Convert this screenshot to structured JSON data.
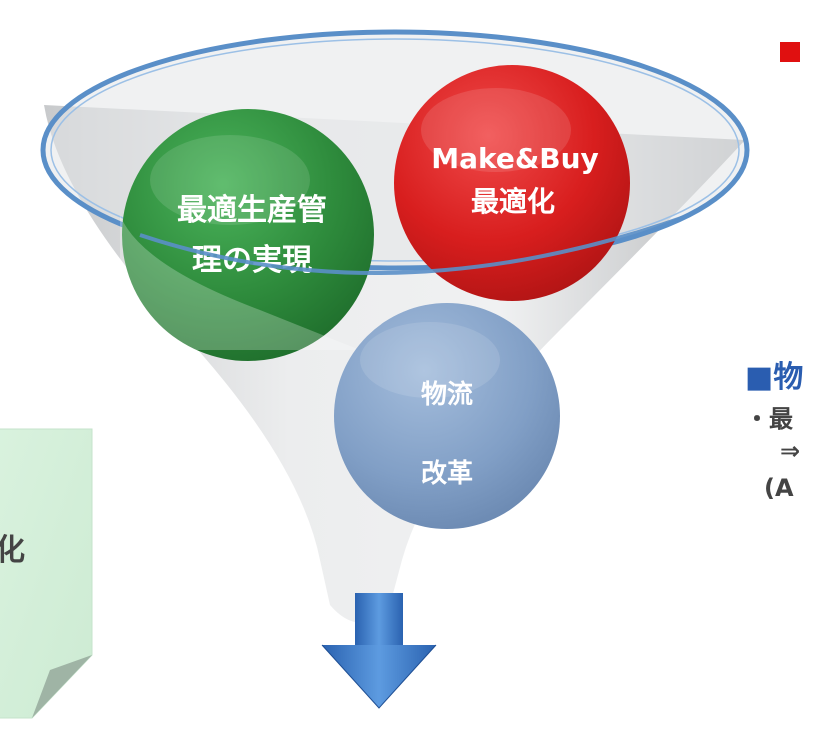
{
  "circles": {
    "production": {
      "line1": "最適生産管",
      "line2": "理の実現",
      "color": "#2e8b3c"
    },
    "makebuy": {
      "line1": "Make&Buy",
      "line2": "最適化",
      "color": "#dd2222"
    },
    "logistics": {
      "line1": "物流",
      "line2": "改革",
      "color": "#7f9dc4"
    }
  },
  "right_panel": {
    "heading_marker": "■",
    "heading_text": "物",
    "bullet_line": "・最",
    "arrow_line": "⇒",
    "paren_line": "(A"
  },
  "left_note": {
    "partial_text": "化",
    "color": "#d6f0dc"
  },
  "colors": {
    "funnel_rim": "#5a8fc8",
    "down_arrow": "#3a78c8",
    "heading_blue": "#2a5db0",
    "text_gray": "#444444",
    "red_marker": "#e01010"
  }
}
